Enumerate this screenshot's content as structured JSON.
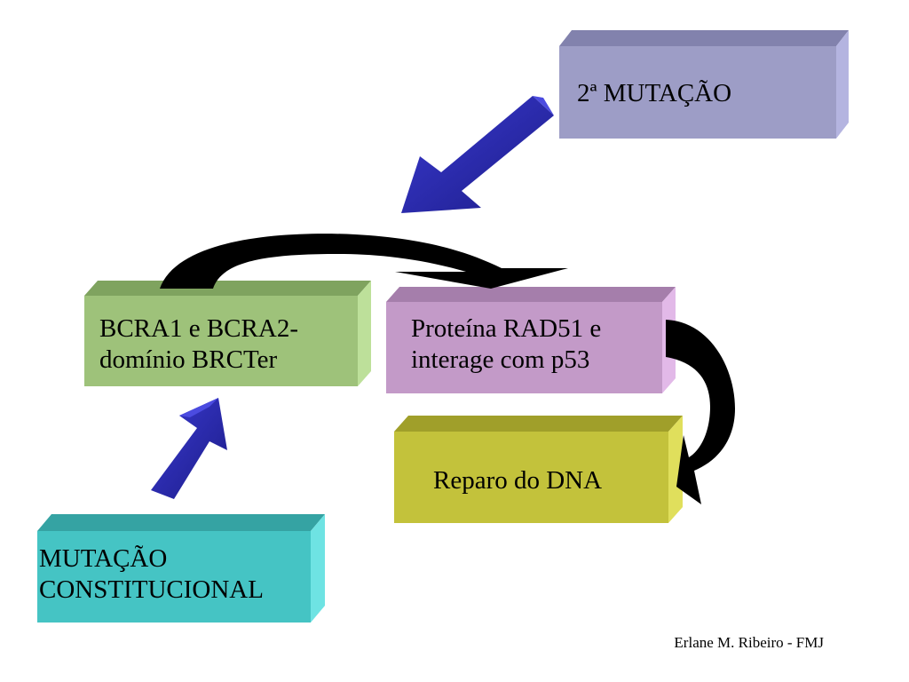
{
  "boxes": {
    "second_mutation": {
      "label": "2ª MUTAÇÃO",
      "color": "#9d9dc6"
    },
    "brca": {
      "line1": "BCRA1 e BCRA2-",
      "line2": "domínio BRCTer",
      "color": "#9ec27a"
    },
    "rad51": {
      "line1": "Proteína RAD51 e",
      "line2": "interage com p53",
      "color": "#c39ac8"
    },
    "dna_repair": {
      "label": "Reparo do DNA",
      "color": "#c3c23b"
    },
    "constitutional": {
      "line1": "MUTAÇÃO",
      "line2": "CONSTITUCIONAL",
      "color": "#45c4c4"
    }
  },
  "arrows": {
    "block_color": "#2a2aa8",
    "curved_color": "#000000"
  },
  "credit": "Erlane M. Ribeiro - FMJ"
}
